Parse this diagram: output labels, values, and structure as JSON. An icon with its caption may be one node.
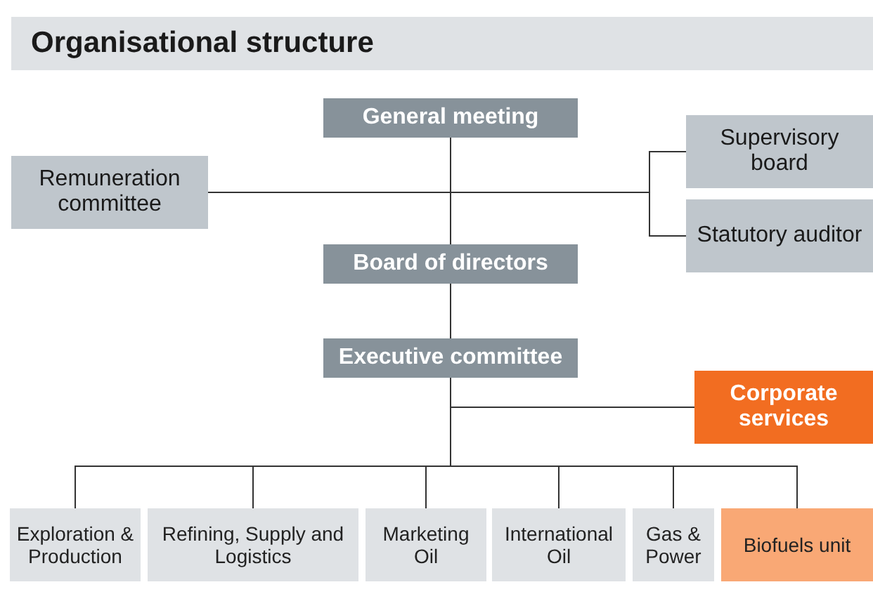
{
  "diagram": {
    "title": "Organisational structure",
    "nodes": [
      {
        "text": [
          "General meeting"
        ]
      },
      {
        "text": [
          "Remuneration committee"
        ]
      },
      {
        "text": [
          "Supervisory board"
        ]
      },
      {
        "text": [
          "Statutory auditor"
        ]
      },
      {
        "text": [
          "Board of directors"
        ]
      },
      {
        "text": [
          "Executive committee"
        ]
      },
      {
        "text": [
          "Corporate services"
        ]
      },
      {
        "text": [
          "Exploration & Production"
        ]
      },
      {
        "text": [
          "Refining, Supply and Logistics"
        ]
      },
      {
        "text": [
          "Marketing Oil"
        ]
      },
      {
        "text": [
          "International Oil"
        ]
      },
      {
        "text": [
          "Gas & Power"
        ]
      },
      {
        "text": [
          "Biofuels unit"
        ]
      }
    ],
    "edges": [
      {
        "from": 0,
        "to": 4,
        "arrow": "none"
      },
      {
        "from": 1,
        "to": 2,
        "arrow": "none"
      },
      {
        "from": 1,
        "to": 3,
        "arrow": "none"
      },
      {
        "from": 4,
        "to": 5,
        "arrow": "none"
      },
      {
        "from": 5,
        "to": 6,
        "arrow": "none"
      },
      {
        "from": 5,
        "to": 7,
        "arrow": "none"
      },
      {
        "from": 5,
        "to": 8,
        "arrow": "none"
      },
      {
        "from": 5,
        "to": 9,
        "arrow": "none"
      },
      {
        "from": 5,
        "to": 10,
        "arrow": "none"
      },
      {
        "from": 5,
        "to": 11,
        "arrow": "none"
      },
      {
        "from": 5,
        "to": 12,
        "arrow": "none"
      }
    ]
  }
}
